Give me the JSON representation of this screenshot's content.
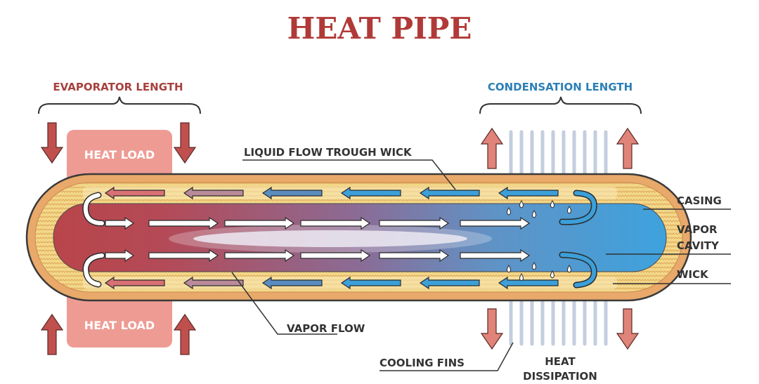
{
  "title": "HEAT PIPE",
  "labels": {
    "evaporator": "EVAPORATOR LENGTH",
    "condensation": "CONDENSATION LENGTH",
    "heat_load_top": "HEAT LOAD",
    "heat_load_bottom": "HEAT LOAD",
    "liquid_flow": "LIQUID FLOW TROUGH WICK",
    "casing": "CASING",
    "vapor_cavity_1": "VAPOR",
    "vapor_cavity_2": "CAVITY",
    "wick": "WICK",
    "vapor_flow": "VAPOR FLOW",
    "cooling_fins": "COOLING FINS",
    "heat_dissipation_1": "HEAT",
    "heat_dissipation_2": "DISSIPATION"
  },
  "colors": {
    "title": "#b03a38",
    "evaporator_label": "#a8403e",
    "condensation_label": "#2c7fb6",
    "label_dark": "#333333",
    "heat_load_box": "#ee9b94",
    "heat_load_text": "#ffffff",
    "arrow_red": "#c0504d",
    "arrow_red_light": "#e08378",
    "casing": "#e9a96a",
    "wick": "#f3d88a",
    "vapor_hot": "#b8454a",
    "vapor_mid": "#7a6a96",
    "vapor_cold": "#4aa6dc",
    "liquid_arrow": "#3c9fd8",
    "fin": "#b9c6da",
    "outline": "#3a3a3a"
  },
  "icons": [
    "down-arrow-icon",
    "up-arrow-icon",
    "vapor-arrow-icon",
    "liquid-arrow-icon",
    "droplet-icon",
    "brace-icon"
  ]
}
